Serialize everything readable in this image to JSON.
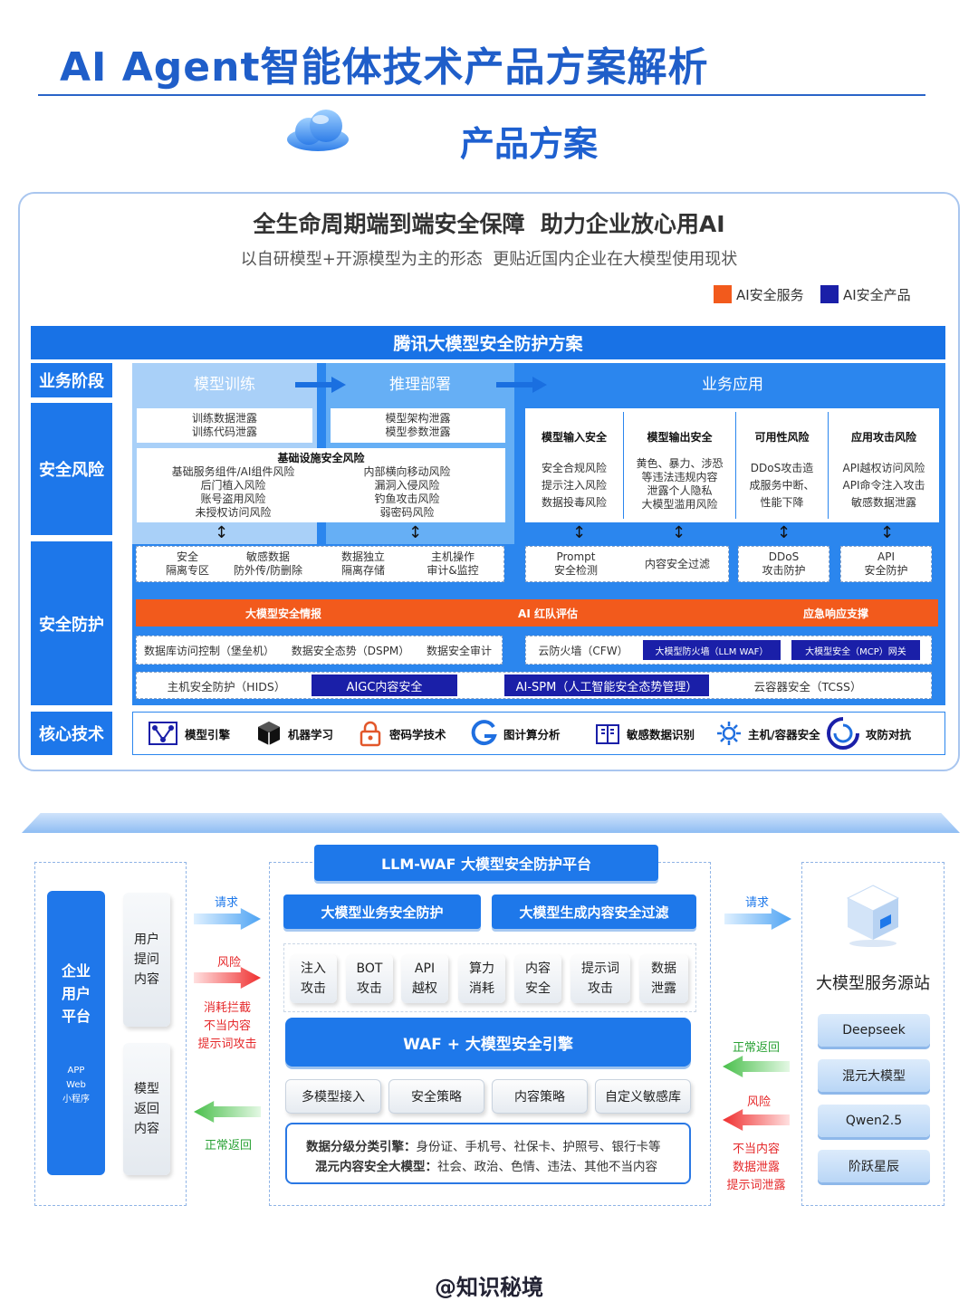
{
  "page": {
    "title": "AI Agent智能体技术产品方案解析",
    "subtitle": "产品方案",
    "footer": "@知识秘境"
  },
  "card": {
    "headline": "全生命周期端到端安全保障  助力企业放心用AI",
    "tagline": "以自研模型+开源模型为主的形态  更贴近国内企业在大模型使用现状",
    "legend": [
      {
        "label": "AI安全服务",
        "color": "#f25a1c"
      },
      {
        "label": "AI安全产品",
        "color": "#1a1fa8"
      }
    ],
    "banner": "腾讯大模型安全防护方案",
    "side": {
      "stage": "业务阶段",
      "risk": "安全风险",
      "defense": "安全防护",
      "tech": "核心技术"
    },
    "stages": [
      "模型训练",
      "推理部署",
      "业务应用"
    ],
    "risk_train": "训练数据泄露\n训练代码泄露",
    "risk_deploy": "模型架构泄露\n模型参数泄露",
    "infra": {
      "title": "基础设施安全风险",
      "left": "基础服务组件/AI组件风险\n后门植入风险\n账号盗用风险\n未授权访问风险",
      "right": "内部横向移动风险\n漏洞入侵风险\n钓鱼攻击风险\n弱密码风险"
    },
    "app_risks": [
      {
        "title": "模型输入安全",
        "items": "安全合规风险\n提示注入风险\n数据投毒风险"
      },
      {
        "title": "模型输出安全",
        "items": "黄色、暴力、涉恐\n等违法违规内容\n泄露个人隐私\n大模型滥用风险"
      },
      {
        "title": "可用性风险",
        "items": "DDoS攻击造\n成服务中断、\n性能下降"
      },
      {
        "title": "应用攻击风险",
        "items": "API越权访问风险\nAPI命令注入攻击\n敏感数据泄露"
      }
    ],
    "def_row1": [
      "安全\n隔离专区",
      "敏感数据\n防外传/防删除",
      "数据独立\n隔离存储",
      "主机操作\n审计&监控",
      "Prompt\n安全检测",
      "内容安全过滤",
      "DDoS\n攻击防护",
      "API\n安全防护"
    ],
    "red_bar": [
      "大模型安全情报",
      "AI 红队评估",
      "应急响应支撑"
    ],
    "def_row3_left": [
      "数据库访问控制（堡垒机）",
      "数据安全态势（DSPM）",
      "数据安全审计"
    ],
    "def_row3_right": [
      "云防火墙（CFW）",
      "大模型防火墙（LLM WAF）",
      "大模型安全（MCP）网关"
    ],
    "def_row4": [
      "主机安全防护（HIDS）",
      "AIGC内容安全",
      "AI-SPM（人工智能安全态势管理）",
      "云容器安全（TCSS）"
    ],
    "tech": [
      {
        "icon": "graph-icon",
        "label": "模型引擎"
      },
      {
        "icon": "cube-icon",
        "label": "机器学习"
      },
      {
        "icon": "lock-icon",
        "label": "密码学技术"
      },
      {
        "icon": "g-icon",
        "label": "图计算分析"
      },
      {
        "icon": "book-icon",
        "label": "敏感数据识别"
      },
      {
        "icon": "gear-icon",
        "label": "主机/容器安全"
      },
      {
        "icon": "shield-icon",
        "label": "攻防对抗"
      }
    ]
  },
  "waf": {
    "platform": "LLM-WAF 大模型安全防护平台",
    "left": {
      "title": "企业\n用户\n平台",
      "apps": "APP\nWeb\n小程序",
      "in": "用户\n提问\n内容",
      "out": "模型\n返回\n内容"
    },
    "arrows_left": {
      "req": "请求",
      "risk": "风险",
      "block": "消耗拦截\n不当内容\n提示词攻击",
      "ret": "正常返回"
    },
    "arrows_right": {
      "req": "请求",
      "ret": "正常返回",
      "risk": "风险",
      "leak": "不当内容\n数据泄露\n提示词泄露"
    },
    "tabs": [
      "大模型业务安全防护",
      "大模型生成内容安全过滤"
    ],
    "attacks": [
      "注入\n攻击",
      "BOT\n攻击",
      "API\n越权",
      "算力\n消耗",
      "内容\n安全",
      "提示词\n攻击",
      "数据\n泄露"
    ],
    "engine": "WAF + 大模型安全引擎",
    "policies": [
      "多模型接入",
      "安全策略",
      "内容策略",
      "自定义敏感库"
    ],
    "classify": [
      {
        "k": "数据分级分类引擎：",
        "v": "身份证、手机号、社保卡、护照号、银行卡等"
      },
      {
        "k": "混元内容安全大模型：",
        "v": "社会、政治、色情、违法、其他不当内容"
      }
    ],
    "source_title": "大模型服务源站",
    "sources": [
      "Deepseek",
      "混元大模型",
      "Qwen2.5",
      "阶跃星辰"
    ]
  }
}
